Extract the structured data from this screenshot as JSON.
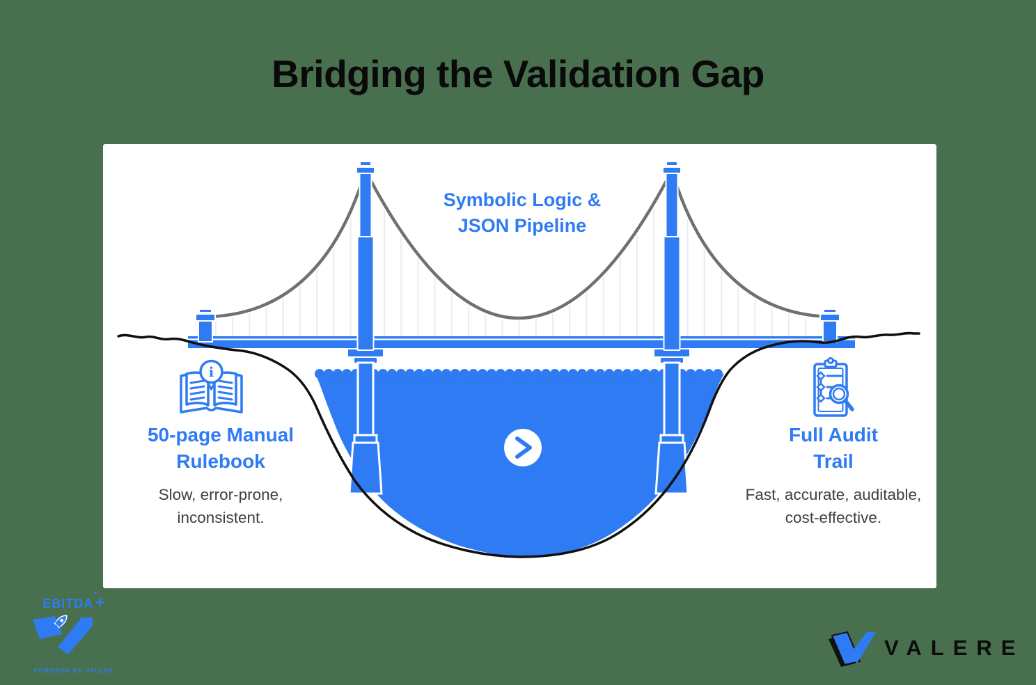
{
  "title": "Bridging the Validation Gap",
  "bridge": {
    "center_label": {
      "line1": "Symbolic Logic &",
      "line2": "JSON Pipeline"
    }
  },
  "left_item": {
    "icon": "open-book-info-icon",
    "heading_line1": "50-page Manual",
    "heading_line2": "Rulebook",
    "desc_line1": "Slow, error-prone,",
    "desc_line2": "inconsistent."
  },
  "right_item": {
    "icon": "audit-checklist-magnifier-icon",
    "heading_line1": "Full Audit",
    "heading_line2": "Trail",
    "desc_line1": "Fast, accurate, auditable,",
    "desc_line2": "cost-effective."
  },
  "icons": {
    "info_glyph": "i",
    "sparkle": "✦"
  },
  "footer": {
    "ebitda": {
      "brand": "EBITDA",
      "plus": "+",
      "tagline": "POWERED BY VALERE"
    },
    "valere": {
      "brand": "VALERE"
    }
  },
  "colors": {
    "accent_blue": "#2F7BF3",
    "background_green": "#48704F",
    "card_white": "#FFFFFF",
    "cable_gray": "#707070",
    "suspender_gray": "#ECECEC",
    "coast_black": "#101010",
    "body_text_dark": "#3F3F3F",
    "title_black": "#0A0A0A"
  }
}
